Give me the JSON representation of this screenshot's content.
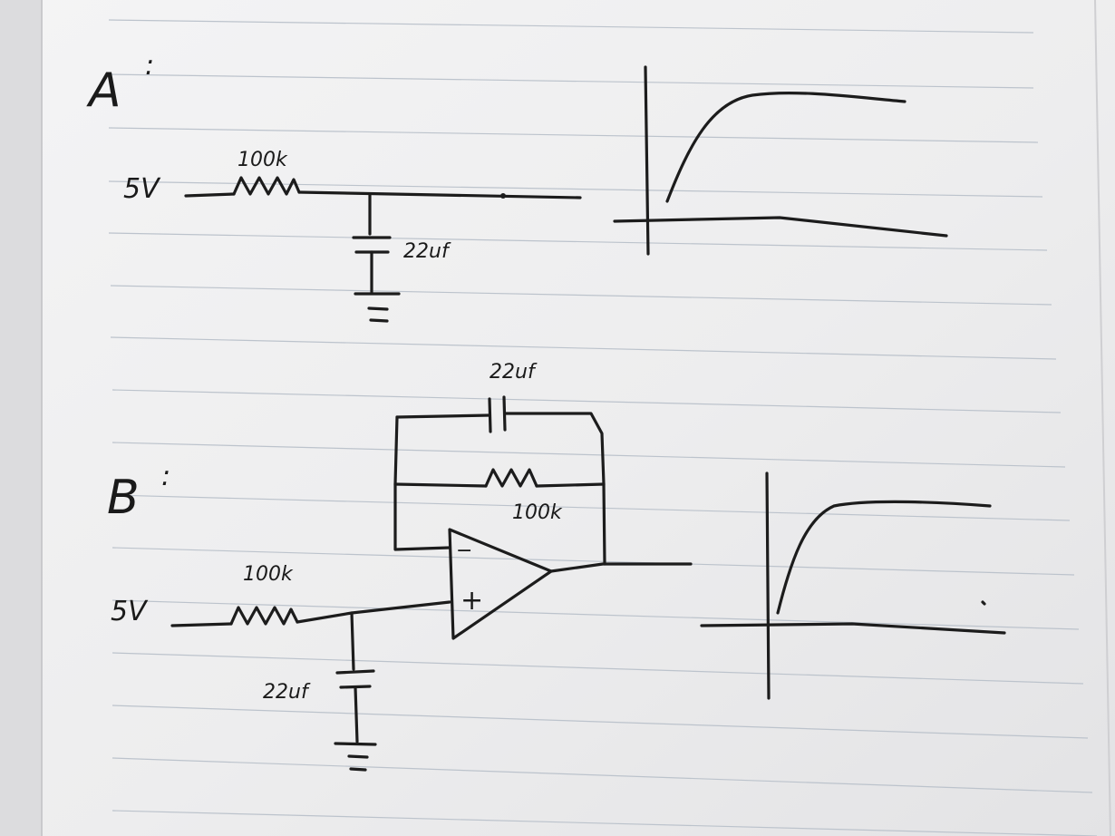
{
  "sectionA": {
    "label": "A",
    "source": "5V",
    "resistor": "100k",
    "capacitor": "22uf"
  },
  "sectionB": {
    "label": "B",
    "source": "5V",
    "input_resistor": "100k",
    "input_capacitor": "22uf",
    "feedback_capacitor": "22uf",
    "feedback_resistor": "100k",
    "opamp_minus": "−",
    "opamp_plus": "+"
  }
}
